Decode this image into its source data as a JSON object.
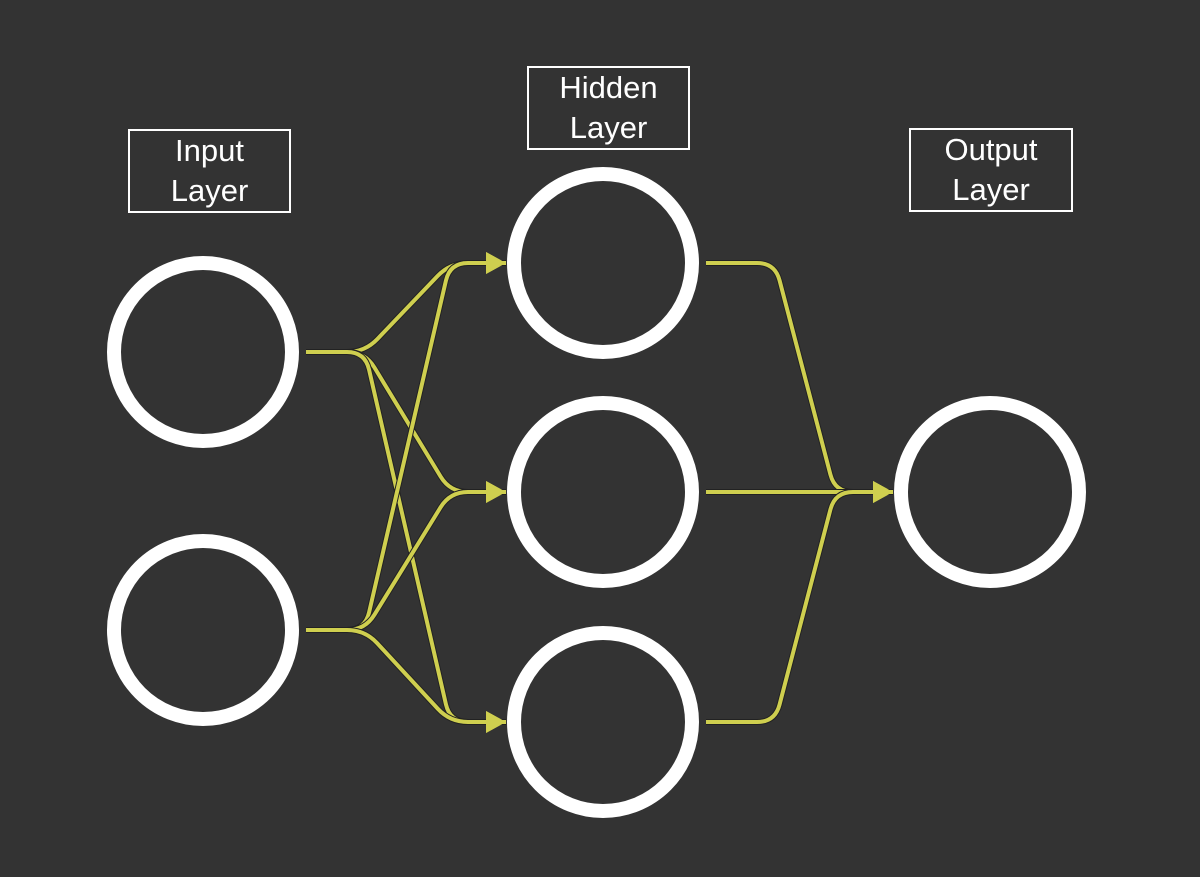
{
  "labels": {
    "input": [
      "Input",
      "Layer"
    ],
    "hidden": [
      "Hidden",
      "Layer"
    ],
    "output": [
      "Output",
      "Layer"
    ]
  },
  "colors": {
    "background": "#333333",
    "node": "#ffffff",
    "edge": "#cfcf4f"
  },
  "layers": {
    "input": 2,
    "hidden": 3,
    "output": 1
  },
  "edges": [
    [
      "input-1",
      "hidden-1"
    ],
    [
      "input-1",
      "hidden-2"
    ],
    [
      "input-1",
      "hidden-3"
    ],
    [
      "input-2",
      "hidden-1"
    ],
    [
      "input-2",
      "hidden-2"
    ],
    [
      "input-2",
      "hidden-3"
    ],
    [
      "hidden-1",
      "output-1"
    ],
    [
      "hidden-2",
      "output-1"
    ],
    [
      "hidden-3",
      "output-1"
    ]
  ]
}
